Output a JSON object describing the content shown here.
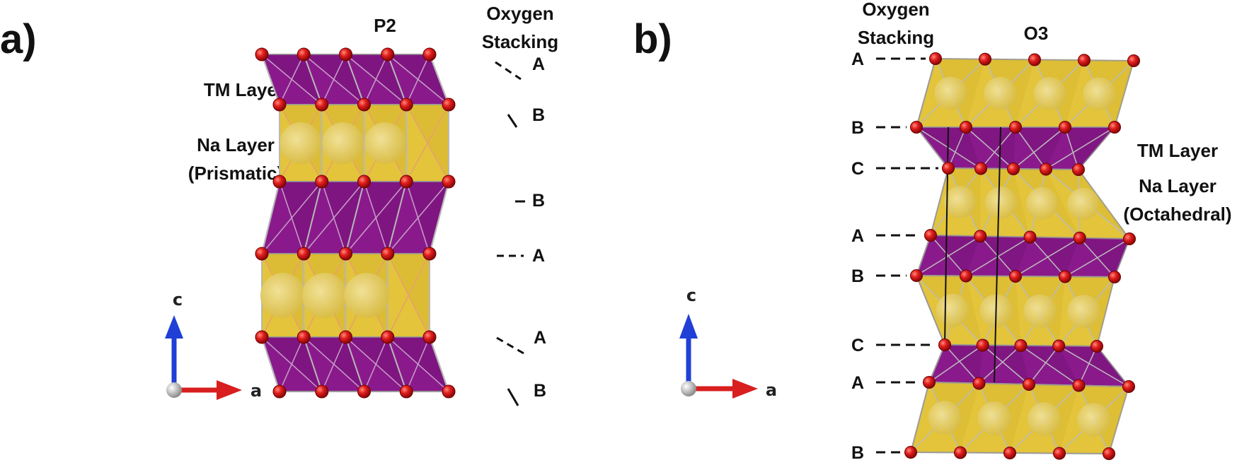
{
  "colors": {
    "tm_layer": "#8a1a8c",
    "na_layer": "#e3c43a",
    "oxygen": "#d81e1e",
    "axis_c": "#1f3fd6",
    "axis_a": "#d81e1e",
    "origin": "#bdbdbd"
  },
  "panel_a": {
    "letter": "a)",
    "title": "P2",
    "stacking_title_1": "Oxygen",
    "stacking_title_2": "Stacking",
    "tm_label": "TM Layer",
    "na_label_1": "Na Layer",
    "na_label_2": "(Prismatic)",
    "stacking": [
      "A",
      "B",
      "B",
      "A",
      "A",
      "B"
    ],
    "axis_c": "c",
    "axis_a": "a"
  },
  "panel_b": {
    "letter": "b)",
    "title": "O3",
    "stacking_title_1": "Oxygen",
    "stacking_title_2": "Stacking",
    "tm_label": "TM Layer",
    "na_label_1": "Na Layer",
    "na_label_2": "(Octahedral)",
    "stacking": [
      "A",
      "B",
      "C",
      "A",
      "B",
      "C",
      "A",
      "B"
    ],
    "axis_c": "c",
    "axis_a": "a"
  }
}
